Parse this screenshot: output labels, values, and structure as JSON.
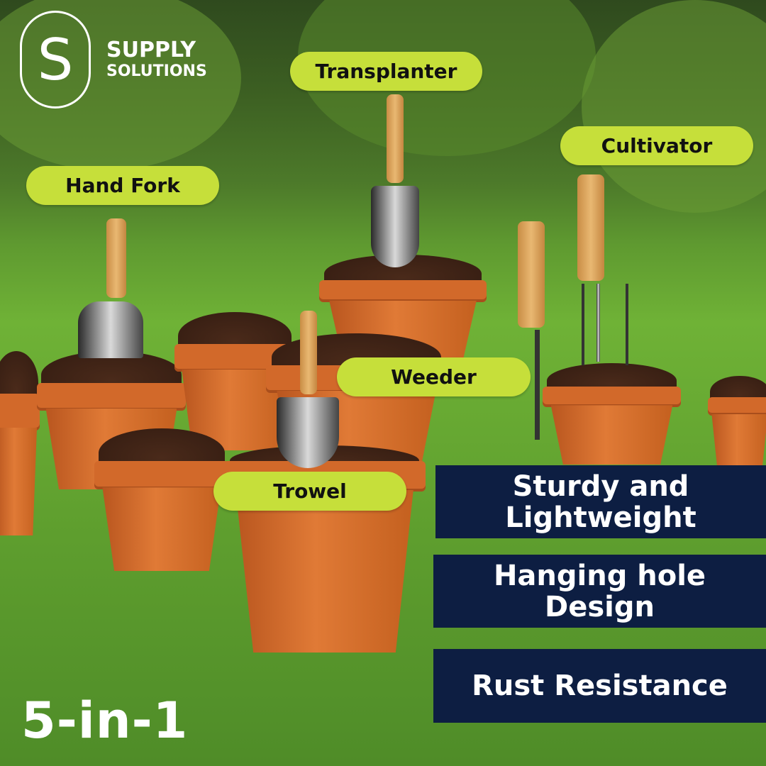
{
  "brand": {
    "line1": "SUPPLY",
    "line2": "SOLUTIONS",
    "monogram": "S"
  },
  "labels": {
    "hand_fork": "Hand Fork",
    "transplanter": "Transplanter",
    "cultivator": "Cultivator",
    "weeder": "Weeder",
    "trowel": "Trowel"
  },
  "features": [
    "Sturdy and Lightweight",
    "Hanging hole Design",
    "Rust Resistance"
  ],
  "headline": "5-in-1",
  "colors": {
    "label_bg": "#c6df3a",
    "feature_bg": "#0d1e42",
    "text_light": "#ffffff"
  }
}
